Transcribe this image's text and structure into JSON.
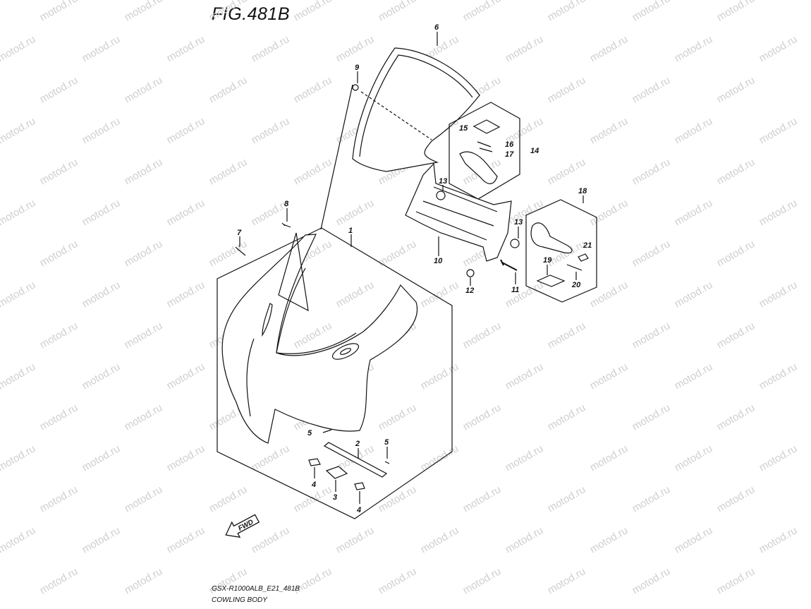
{
  "figure": {
    "title": "FIG.481B",
    "model_code": "GSX-R1000ALB_E21_481B",
    "caption": "COWLING BODY"
  },
  "watermark": "motod.ru",
  "fwd_label": "FWD",
  "parts": [
    {
      "id": "p1",
      "num": "1"
    },
    {
      "id": "p2",
      "num": "2"
    },
    {
      "id": "p3",
      "num": "3"
    },
    {
      "id": "p4a",
      "num": "4"
    },
    {
      "id": "p4b",
      "num": "4"
    },
    {
      "id": "p5a",
      "num": "5"
    },
    {
      "id": "p5b",
      "num": "5"
    },
    {
      "id": "p6",
      "num": "6"
    },
    {
      "id": "p7",
      "num": "7"
    },
    {
      "id": "p8",
      "num": "8"
    },
    {
      "id": "p9",
      "num": "9"
    },
    {
      "id": "p10",
      "num": "10"
    },
    {
      "id": "p11",
      "num": "11"
    },
    {
      "id": "p12",
      "num": "12"
    },
    {
      "id": "p13a",
      "num": "13"
    },
    {
      "id": "p13b",
      "num": "13"
    },
    {
      "id": "p14",
      "num": "14"
    },
    {
      "id": "p15",
      "num": "15"
    },
    {
      "id": "p16",
      "num": "16"
    },
    {
      "id": "p17",
      "num": "17"
    },
    {
      "id": "p18",
      "num": "18"
    },
    {
      "id": "p19",
      "num": "19"
    },
    {
      "id": "p20",
      "num": "20"
    },
    {
      "id": "p21",
      "num": "21"
    }
  ],
  "colors": {
    "line": "#111111",
    "fill": "#ffffff",
    "watermark": "#cfcfcf"
  }
}
